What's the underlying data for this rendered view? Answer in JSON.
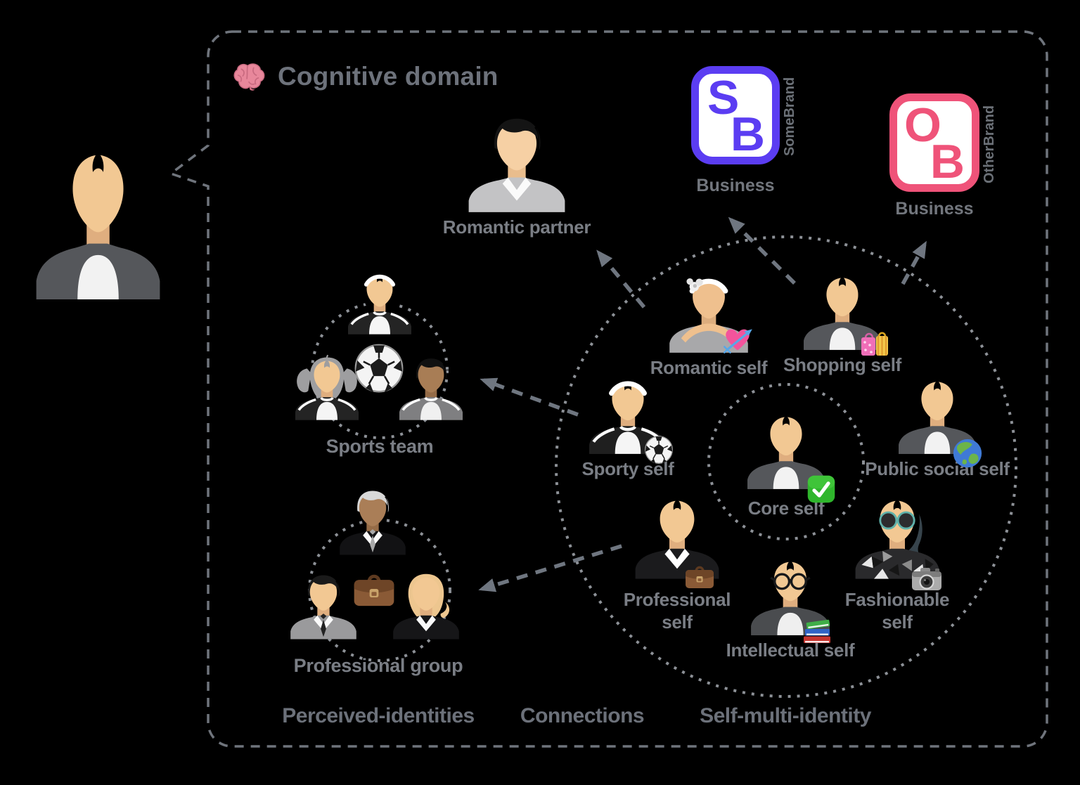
{
  "title": {
    "icon": "brain-icon",
    "text": "Cognitive domain"
  },
  "nodes": {
    "romantic_partner": {
      "label": "Romantic partner",
      "avatar": "partner",
      "badge": null
    },
    "sports_team": {
      "label": "Sports team",
      "center_icon": "soccer-ball",
      "members": [
        "teamTop",
        "teamLeft",
        "teamRight"
      ]
    },
    "professional_group": {
      "label": "Professional group",
      "center_icon": "briefcase",
      "members": [
        "profTop",
        "profLeft",
        "profRight"
      ]
    },
    "romantic_self": {
      "label": "Romantic self",
      "avatar": "romanticSelf",
      "badge": "heart-with-arrow"
    },
    "shopping_self": {
      "label": "Shopping self",
      "avatar": "woman",
      "badge": "shopping-bags"
    },
    "sporty_self": {
      "label": "Sporty self",
      "avatar": "sportySelf",
      "badge": "soccer-ball"
    },
    "public_social_self": {
      "label": "Public social self",
      "avatar": "woman",
      "badge": "globe"
    },
    "core_self": {
      "label": "Core self",
      "avatar": "woman",
      "badge": "check-mark"
    },
    "professional_self": {
      "label": "Professional\nself",
      "avatar": "professionalSelf",
      "badge": "briefcase"
    },
    "intellectual_self": {
      "label": "Intellectual self",
      "avatar": "intellectualSelf",
      "badge": "books"
    },
    "fashionable_self": {
      "label": "Fashionable\nself",
      "avatar": "fashionableSelf",
      "badge": "camera"
    }
  },
  "brands": {
    "somebrand": {
      "letters": [
        "S",
        "B"
      ],
      "name": "SomeBrand",
      "label": "Business",
      "color": "#5b3df2"
    },
    "otherbrand": {
      "letters": [
        "O",
        "B"
      ],
      "name": "OtherBrand",
      "label": "Business",
      "color": "#ef5379"
    }
  },
  "sections": {
    "left": "Perceived-identities",
    "middle": "Connections",
    "right": "Self-multi-identity"
  },
  "colors": {
    "background": "#000000",
    "border_dash": "#6f747c",
    "circle_dash": "#8d9197",
    "arrow": "#6f7680",
    "label_gray": "#7a7e85",
    "title_gray": "#6d727b",
    "somebrand_purple": "#5b3df2",
    "otherbrand_pink": "#ef5379",
    "check_green": "#2fb62c",
    "skin": "#f2c893"
  }
}
